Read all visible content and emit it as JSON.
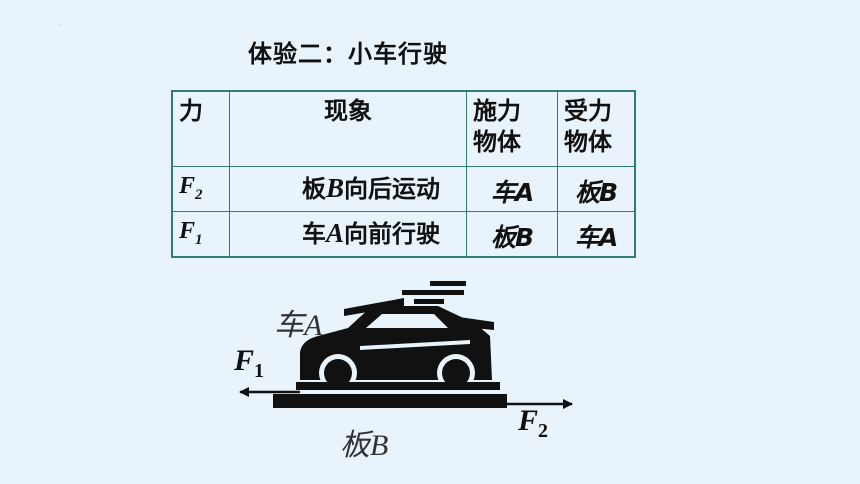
{
  "title": "体验二：小车行驶",
  "table": {
    "headers": {
      "force": "力",
      "phenomenon": "现象",
      "applier_line1": "施力",
      "applier_line2": "物体",
      "receiver_line1": "受力",
      "receiver_line2": "物体"
    },
    "rows": [
      {
        "force_symbol": "F",
        "force_sub": "2",
        "phen_pre": "板",
        "phen_var": "B",
        "phen_post": "向后运动",
        "applier": "车A",
        "receiver": "板B"
      },
      {
        "force_symbol": "F",
        "force_sub": "1",
        "phen_pre": "车",
        "phen_var": "A",
        "phen_post": "向前行驶",
        "applier": "板B",
        "receiver": "车A"
      }
    ]
  },
  "figure": {
    "car_label": "车A",
    "board_label": "板B",
    "f1_symbol": "F",
    "f1_sub": "1",
    "f2_symbol": "F",
    "f2_sub": "2"
  }
}
